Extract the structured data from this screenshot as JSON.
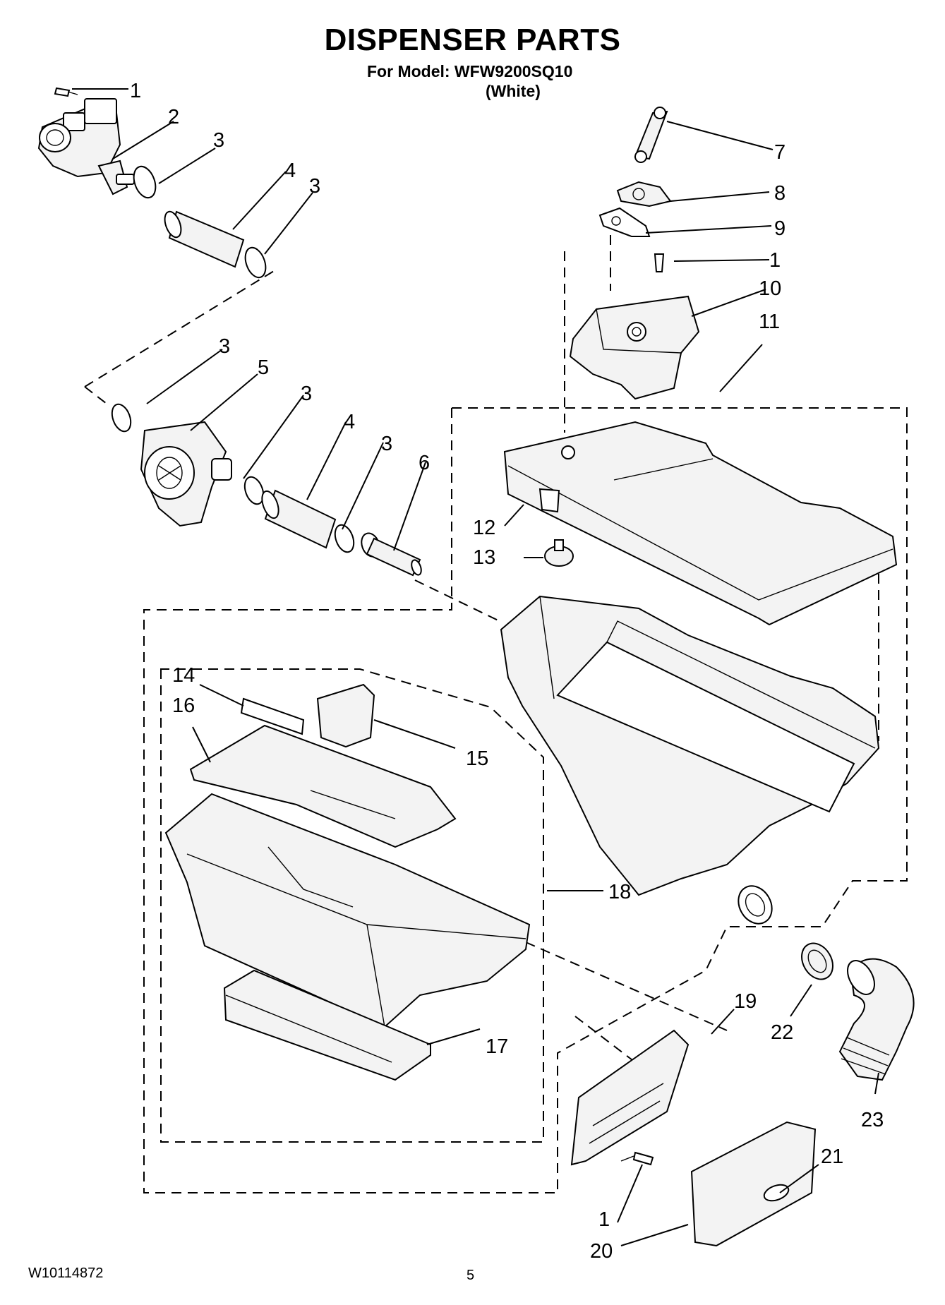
{
  "header": {
    "title": "DISPENSER PARTS",
    "model_line": "For Model: WFW9200SQ10",
    "color_line": "(White)"
  },
  "footer": {
    "doc_number": "W10114872",
    "page_number": "5"
  },
  "callouts": {
    "c1a": "1",
    "c2": "2",
    "c3a": "3",
    "c4a": "4",
    "c3b": "3",
    "c7": "7",
    "c8": "8",
    "c9": "9",
    "c1b": "1",
    "c10": "10",
    "c11": "11",
    "c3c": "3",
    "c5": "5",
    "c3d": "3",
    "c4b": "4",
    "c3e": "3",
    "c6": "6",
    "c12": "12",
    "c13": "13",
    "c14": "14",
    "c16": "16",
    "c15": "15",
    "c18": "18",
    "c19": "19",
    "c22": "22",
    "c17": "17",
    "c23": "23",
    "c21": "21",
    "c1c": "1",
    "c20": "20"
  }
}
